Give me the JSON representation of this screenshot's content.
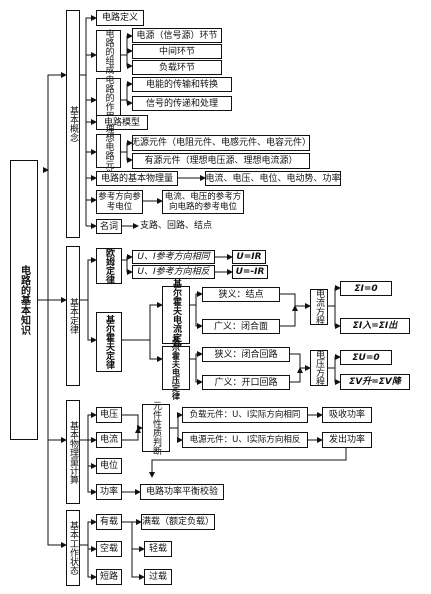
{
  "root": "电路的基本知识",
  "cat": {
    "concept": "基本概念",
    "law": "基本定律",
    "calc": "基本物理量计算",
    "state": "基本工作状态"
  },
  "concept": {
    "def": "电路定义",
    "composition": "电路的组成",
    "comp_items": [
      "电源（信号源）环节",
      "中间环节",
      "负载环节"
    ],
    "function": "电路的作用",
    "func_items": [
      "电能的传输和转换",
      "信号的传递和处理"
    ],
    "model": "电路模型",
    "ideal": "理想电路元件",
    "passive": "无源元件（电阻元件、电感元件、电容元件）",
    "active": "有源元件（理想电压源、理想电流源）",
    "quantity": "电路的基本物理量",
    "quantity_items": "电流、电压、电位、电动势、功率",
    "ref": "参考方向参考电位",
    "ref_items": "电流、电压的参考方向电路的参考电位",
    "terms": "名词",
    "terms_items": "支路、回路、结点"
  },
  "law": {
    "ohm": "欧姆定律",
    "ohm_same": "U、I参考方向相同",
    "ohm_same_eq": "U=IR",
    "ohm_opp": "U、I参考方向相反",
    "ohm_opp_eq": "U=-IR",
    "kirchhoff": "基尔霍夫定律",
    "kcl": "基尔霍夫电流定律",
    "kcl_narrow": "狭义：结点",
    "kcl_broad": "广义：闭合面",
    "kcl_eq_label": "电流方程",
    "kcl_eq1": "ΣI=0",
    "kcl_eq2": "ΣI入=ΣI出",
    "kvl": "基尔霍夫电压定律",
    "kvl_narrow": "狭义：闭合回路",
    "kvl_broad": "广义：开口回路",
    "kvl_eq_label": "电压方程",
    "kvl_eq1": "ΣU=0",
    "kvl_eq2": "ΣV升=ΣV降"
  },
  "calc": {
    "voltage": "电压",
    "current": "电流",
    "potential": "电位",
    "power": "功率",
    "judge": "元件性质判断",
    "load": "负载元件：U、I实际方向相同",
    "source": "电源元件：U、I实际方向相反",
    "absorb": "吸收功率",
    "emit": "发出功率",
    "balance": "电路功率平衡校验"
  },
  "state": {
    "loaded": "有载",
    "full": "满载（额定负载）",
    "noload": "空载",
    "light": "轻载",
    "short": "短路",
    "over": "过载"
  }
}
